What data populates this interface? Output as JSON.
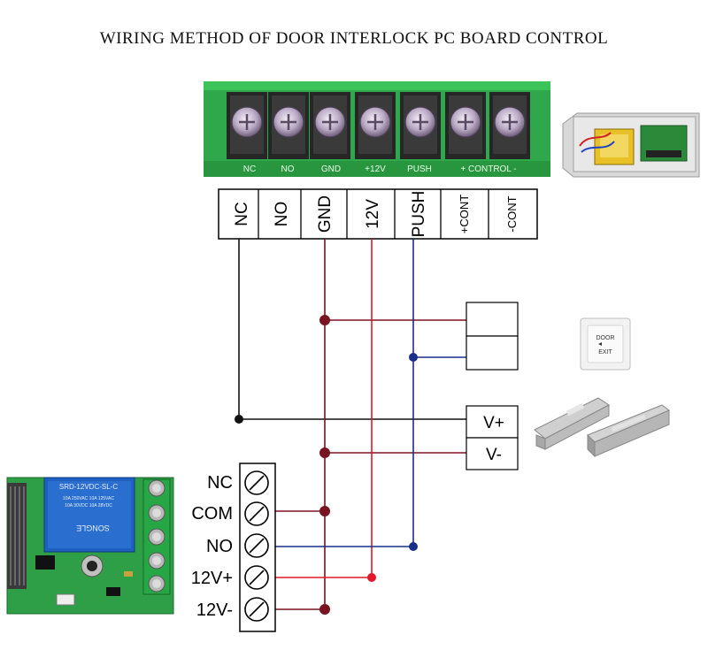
{
  "title": "WIRING METHOD OF DOOR INTERLOCK PC BOARD CONTROL",
  "board_silkscreen": {
    "nc": "NC",
    "no": "NO",
    "gnd": "GND",
    "v12": "+12V",
    "push": "PUSH",
    "control": "+ CONTROL -"
  },
  "top_terminals": [
    "NC",
    "NO",
    "GND",
    "12V",
    "PUSH",
    "+CONT",
    "-CONT"
  ],
  "lock_terminals": {
    "vplus": "V+",
    "vminus": "V-"
  },
  "exit_button": {
    "line1": "DOOR",
    "line2": "EXIT"
  },
  "relay_terminals": [
    "NC",
    "COM",
    "NO",
    "12V+",
    "12V-"
  ],
  "relay_markings": {
    "model": "SRD-12VDC-SL-C",
    "rating1": "10A 250VAC 10A 125VAC",
    "rating2": "10A 30VDC 10A 28VDC",
    "brand": "SONGLE"
  },
  "colors": {
    "wire_dark_red": "#7a1420",
    "wire_red": "#e0182c",
    "wire_blue": "#1a2f8a",
    "wire_black": "#111111",
    "pcb_green": "#2ea84a",
    "relay_blue": "#1f5fbf"
  }
}
